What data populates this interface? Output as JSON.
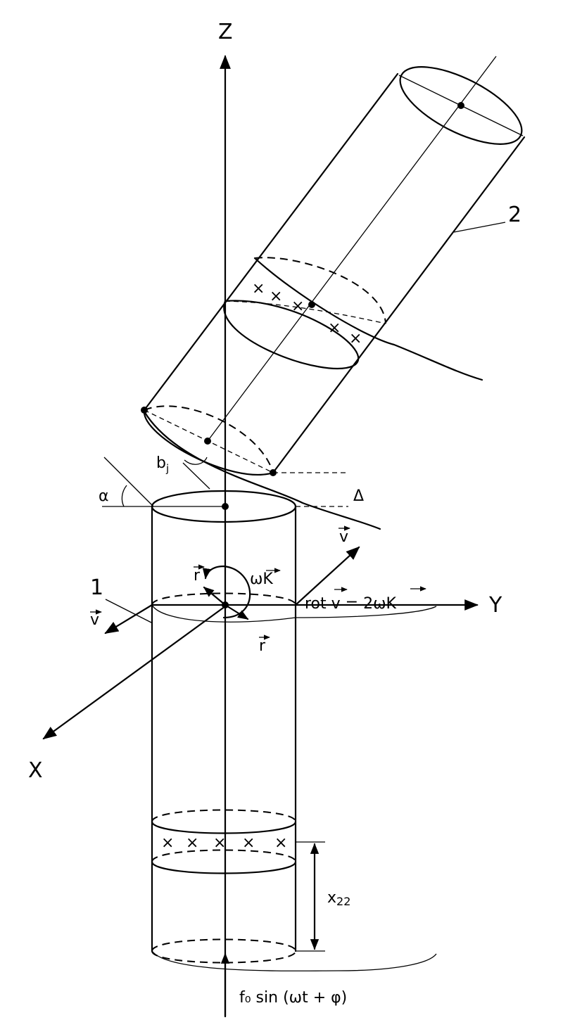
{
  "axes": {
    "z_label": "Z",
    "y_label": "Y",
    "x_label": "X"
  },
  "labels": {
    "cylinder_1": "1",
    "cylinder_2": "2",
    "angle_alpha": "α",
    "delta": "Δ",
    "b_base": "b",
    "b_sub": "j",
    "rot_prefix": "rot ",
    "rot_v": "v",
    "rot_eq": " = 2ωK",
    "v_right": "v",
    "v_left": "v",
    "r_top": "r",
    "r_bottom": "r",
    "omega_k": "ωK",
    "x22_base": "x",
    "x22_sub": "22",
    "force": "f₀ sin (ωt + φ)"
  },
  "cross_mark": "×"
}
